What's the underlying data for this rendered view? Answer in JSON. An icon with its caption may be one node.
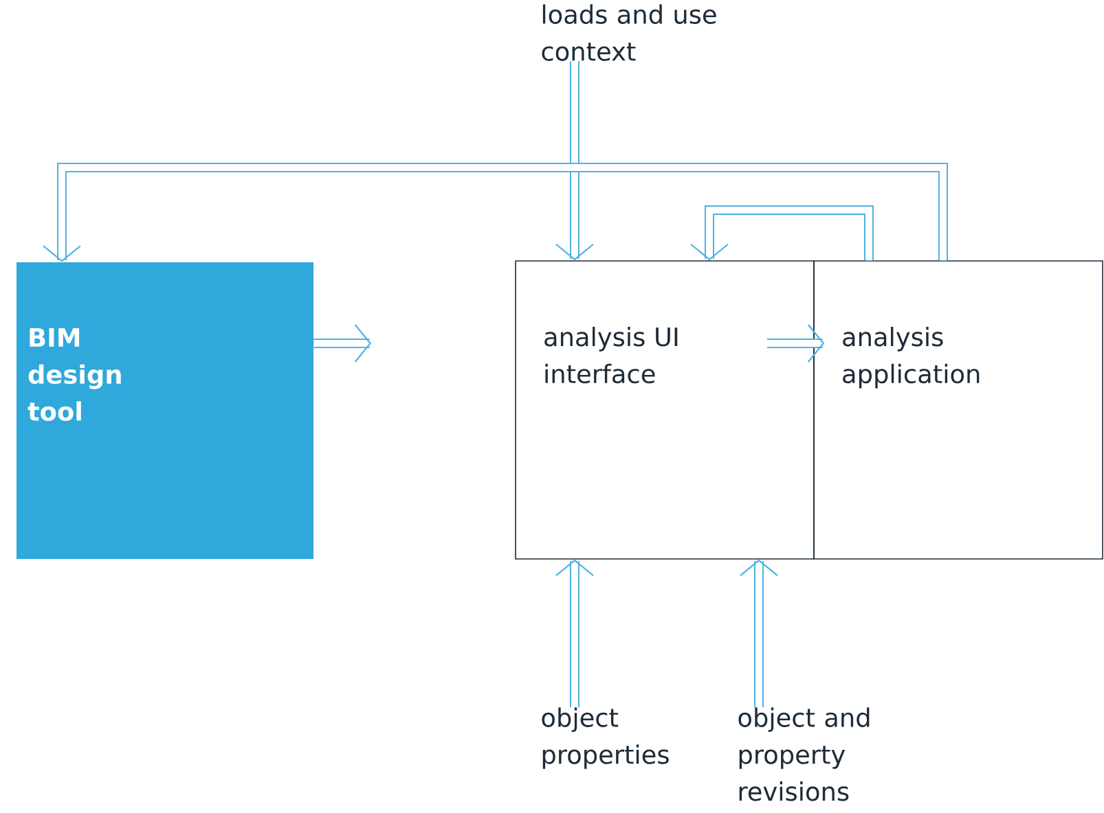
{
  "diagram": {
    "nodes": [
      {
        "text": [
          "BIM design tool"
        ]
      },
      {
        "text": [
          "analysis UI interface"
        ]
      },
      {
        "text": [
          "analysis application"
        ]
      },
      {
        "text": [
          "loads and use context"
        ]
      },
      {
        "text": [
          "object properties"
        ]
      },
      {
        "text": [
          "object and property revisions"
        ]
      }
    ],
    "edges": [
      {
        "from": 3,
        "to": 1,
        "arrow": "to"
      },
      {
        "from": 2,
        "to": 0,
        "arrow": "to"
      },
      {
        "from": 2,
        "to": 1,
        "arrow": "to"
      },
      {
        "from": 0,
        "to": null,
        "arrow": "to"
      },
      {
        "from": 1,
        "to": 2,
        "arrow": "to"
      },
      {
        "from": 4,
        "to": 1,
        "arrow": "to"
      },
      {
        "from": 5,
        "to": 1,
        "arrow": "to"
      }
    ]
  }
}
